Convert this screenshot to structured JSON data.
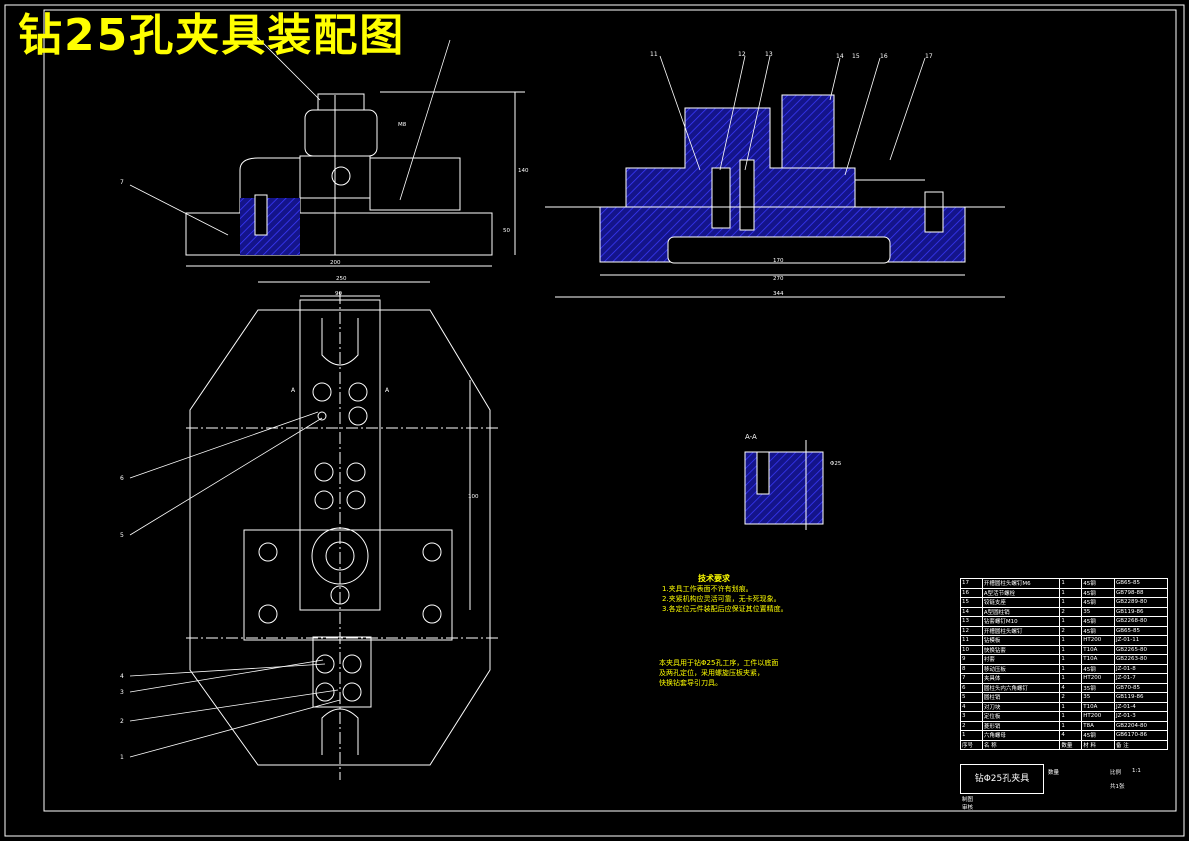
{
  "title": "钻25孔夹具装配图",
  "tech": {
    "heading": "技术要求",
    "lines": [
      "1.夹具工作表面不许有划痕。",
      "2.夹紧机构应灵活可靠，无卡死现象。",
      "3.各定位元件装配后应保证其位置精度。"
    ],
    "remark": [
      "本夹具用于钻Φ25孔工序，工件以底面",
      "及两孔定位，采用螺旋压板夹紧，",
      "快换钻套导引刀具。"
    ]
  },
  "section_label": "A-A",
  "callouts": [
    "11",
    "12",
    "13",
    "14",
    "15",
    "16",
    "17",
    "7",
    "6",
    "5",
    "4",
    "3",
    "2",
    "1",
    "A",
    "A"
  ],
  "dims": [
    "200",
    "250",
    "140",
    "50",
    "170",
    "270",
    "344",
    "90",
    "100",
    "M8",
    "Φ25"
  ],
  "bom": {
    "header": [
      "序号",
      "名 称",
      "数量",
      "材 料",
      "备 注"
    ],
    "rows": [
      [
        "17",
        "开槽圆柱头螺钉M6",
        "1",
        "45钢",
        "GB65-85"
      ],
      [
        "16",
        "A型活节螺栓",
        "1",
        "45钢",
        "GB798-88"
      ],
      [
        "15",
        "铰链支座",
        "1",
        "45钢",
        "GB2289-80"
      ],
      [
        "14",
        "A型圆柱销",
        "2",
        "35",
        "GB119-86"
      ],
      [
        "13",
        "钻套螺钉M10",
        "1",
        "45钢",
        "GB2268-80"
      ],
      [
        "12",
        "开槽圆柱头螺钉",
        "2",
        "45钢",
        "GB65-85"
      ],
      [
        "11",
        "钻模板",
        "1",
        "HT200",
        "JZ-01-11"
      ],
      [
        "10",
        "快换钻套",
        "1",
        "T10A",
        "GB2265-80"
      ],
      [
        "9",
        "衬套",
        "1",
        "T10A",
        "GB2263-80"
      ],
      [
        "8",
        "移动压板",
        "1",
        "45钢",
        "JZ-01-8"
      ],
      [
        "7",
        "夹具体",
        "1",
        "HT200",
        "JZ-01-7"
      ],
      [
        "6",
        "圆柱头内六角螺钉",
        "4",
        "35钢",
        "GB70-85"
      ],
      [
        "5",
        "圆柱销",
        "2",
        "35",
        "GB119-86"
      ],
      [
        "4",
        "对刀块",
        "1",
        "T10A",
        "JZ-01-4"
      ],
      [
        "3",
        "定位板",
        "1",
        "HT200",
        "JZ-01-3"
      ],
      [
        "2",
        "菱形销",
        "1",
        "T8A",
        "GB2204-80"
      ],
      [
        "1",
        "六角螺母",
        "4",
        "45钢",
        "GB6170-86"
      ]
    ]
  },
  "title_block": {
    "name": "钻Φ25孔夹具",
    "scale_label": "比例",
    "scale": "1:1",
    "design": "制图",
    "check": "审核",
    "qty_label": "数量",
    "sheet": "共1张"
  }
}
